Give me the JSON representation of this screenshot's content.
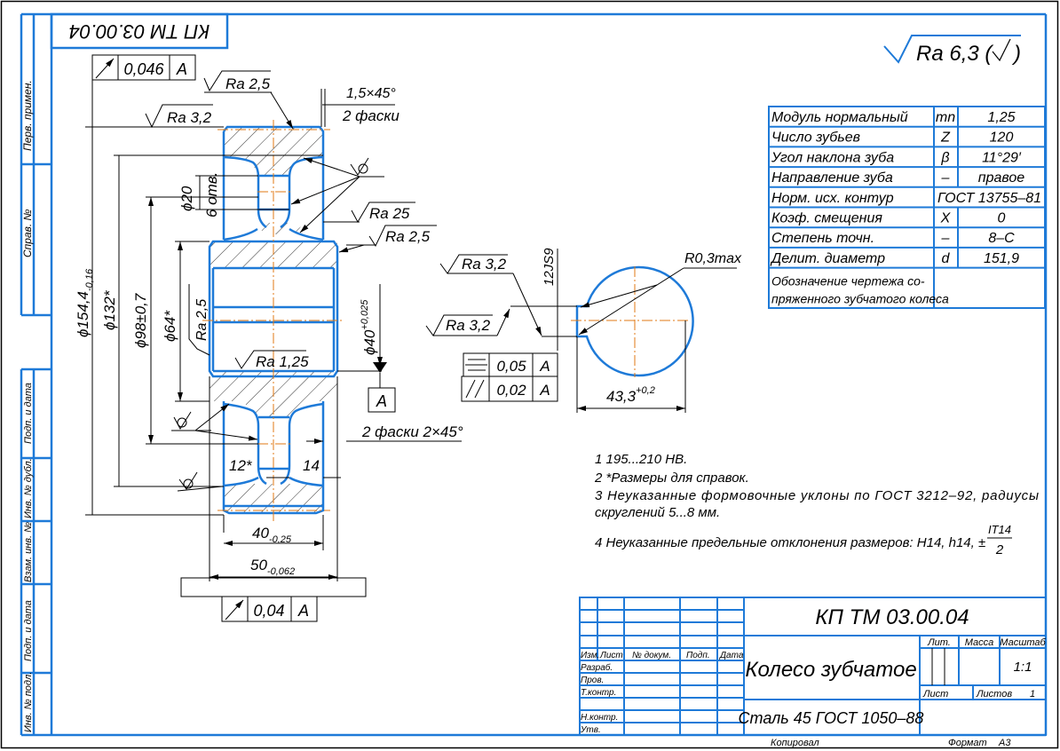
{
  "drawing": {
    "stamp_mirrored": "КП ТМ 03.00.04",
    "general_roughness": "Ra 6,3 (",
    "general_roughness_tail": ")",
    "side_strip": {
      "perv_primen": "Перв. примен.",
      "sprav_no": "Справ. №",
      "podp_data_1": "Подп. и дата",
      "inv_dubl": "Инв. № дубл.",
      "vzam_inv": "Взам. инв. №",
      "podp_data_2": "Подп. и дата",
      "inv_podl": "Инв. № подл."
    },
    "annotations": {
      "runout_top": {
        "value": "0,046",
        "datum": "A"
      },
      "runout_bottom": {
        "value": "0,04",
        "datum": "A"
      },
      "ra_top_rim": "Ra 2,5",
      "ra_top_face": "Ra 3,2",
      "chamfer_top_1": "1,5×45°",
      "chamfer_top_2": "2 фаски",
      "ra_25": "Ra 25",
      "ra_hub": "Ra 2,5",
      "hole_dia": "ϕ20",
      "hole_count": "6 отв.",
      "dim_154": "ϕ154,4",
      "dim_154_tol": "-0,16",
      "dim_132": "ϕ132*",
      "dim_98": "ϕ98±0,7",
      "dim_64": "ϕ64*",
      "ra_bore": "Ra 2,5",
      "ra_125": "Ra 1,25",
      "dim_40_bore": "ϕ40",
      "dim_40_bore_tol": "+0,025",
      "datum_label": "A",
      "chamfer_bottom": "2 фаски 2×45°",
      "dim_12": "12*",
      "dim_14": "14",
      "dim_40_width": "40",
      "dim_40_width_tol": "-0,25",
      "dim_50_width": "50",
      "dim_50_width_tol": "-0,062",
      "key_ra_1": "Ra 3,2",
      "key_ra_2": "Ra 3,2",
      "key_width": "12JS9",
      "key_sym": {
        "value": "0,05",
        "datum": "A"
      },
      "key_par": {
        "value": "0,02",
        "datum": "A"
      },
      "key_radius": "R0,3max",
      "key_depth": "43,3",
      "key_depth_tol": "+0,2"
    },
    "params_table": [
      {
        "name": "Модуль нормальный",
        "symbol": "mn",
        "value": "1,25"
      },
      {
        "name": "Число зубьев",
        "symbol": "Z",
        "value": "120"
      },
      {
        "name": "Угол наклона зуба",
        "symbol": "β",
        "value": "11°29′"
      },
      {
        "name": "Направление зуба",
        "symbol": "–",
        "value": "правое"
      },
      {
        "name": "Норм. исх. контур",
        "symbol": "",
        "value": "ГОСТ 13755–81"
      },
      {
        "name": "Коэф. смещения",
        "symbol": "X",
        "value": "0"
      },
      {
        "name": "Степень точн.",
        "symbol": "–",
        "value": "8–С"
      },
      {
        "name": "Делит. диаметр",
        "symbol": "d",
        "value": "151,9"
      },
      {
        "name": "Обозначение чертежа со-",
        "name2": "пряженного зубчатого колеса",
        "symbol": "",
        "value": ""
      }
    ],
    "notes": [
      "1 195...210 НВ.",
      "2  *Размеры для справок.",
      "3 Неуказанные  формовочные  уклоны  по  ГОСТ  3212–92,  радиусы",
      "скруглений 5...8 мм.",
      "4  Неуказанные предельные отклонения размеров: Н14, h14, ±"
    ],
    "note_fraction": {
      "num": "IT14",
      "den": "2"
    },
    "title_block": {
      "designation": "КП ТМ 03.00.04",
      "name": "Колесо зубчатое",
      "material": "Сталь 45 ГОСТ 1050–88",
      "col_izm": "Изм.",
      "col_list": "Лист",
      "col_doc": "№ докум.",
      "col_podp": "Подп.",
      "col_data": "Дата",
      "row_razrab": "Разраб.",
      "row_prov": "Пров.",
      "row_tkontr": "Т.контр.",
      "row_nkontr": "Н.контр.",
      "row_utv": "Утв.",
      "lit": "Лит.",
      "massa": "Масса",
      "masshtab": "Масштаб",
      "scale": "1:1",
      "list": "Лист",
      "listov": "Листов",
      "listov_val": "1",
      "kopiroval": "Копировал",
      "format": "Формат",
      "format_val": "А3"
    },
    "colors": {
      "frame": "#1e7ad8",
      "axis": "#e07a14",
      "ink": "#000000"
    }
  }
}
